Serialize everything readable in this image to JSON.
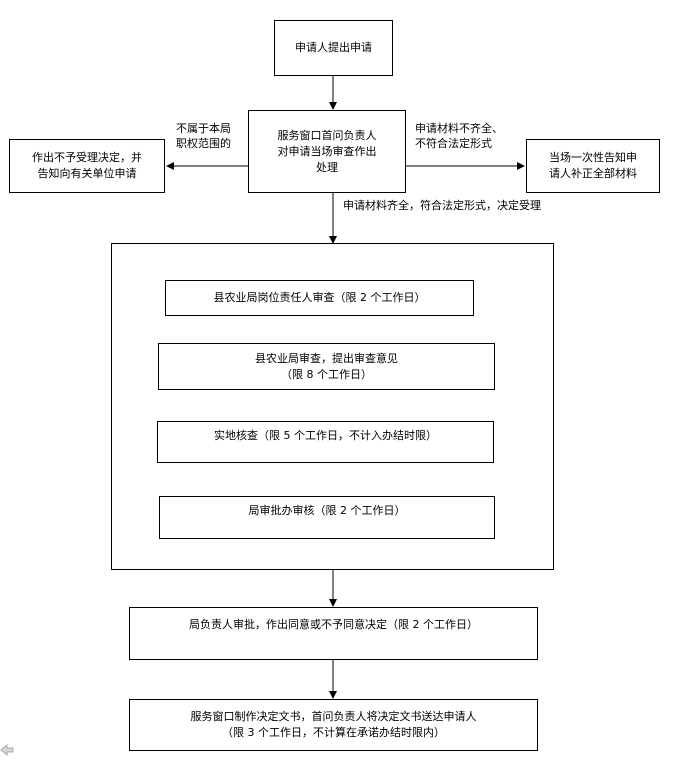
{
  "flow": {
    "start": "申请人提出申请",
    "window_review": [
      "服务窗口首问负责人",
      "对申请当场审查作出",
      "处理"
    ],
    "reject": [
      "作出不予受理决定，并",
      "告知向有关单位申请"
    ],
    "supplement": [
      "当场一次性告知申",
      "请人补正全部材料"
    ],
    "label_not_in_scope": [
      "不属于本局",
      "职权范围的"
    ],
    "label_incomplete": [
      "申请材料不齐全、",
      "不符合法定形式"
    ],
    "label_accept": "申请材料齐全，符合法定形式，决定受理",
    "step1": "县农业局岗位责任人审查（限 2 个工作日）",
    "step2": [
      "县农业局审查，提出审查意见",
      "（限 8 个工作日）"
    ],
    "step3": "实地核查（限 5 个工作日，不计入办结时限）",
    "step4": "局审批办审核（限 2 个工作日）",
    "approval": "局负责人审批，作出同意或不予同意决定（限 2 个工作日）",
    "final": [
      "服务窗口制作决定文书，首问负责人将决定文书送达申请人",
      "（限 3 个工作日，不计算在承诺办结时限内）"
    ]
  },
  "colors": {
    "line": "#000000",
    "background": "#ffffff"
  }
}
